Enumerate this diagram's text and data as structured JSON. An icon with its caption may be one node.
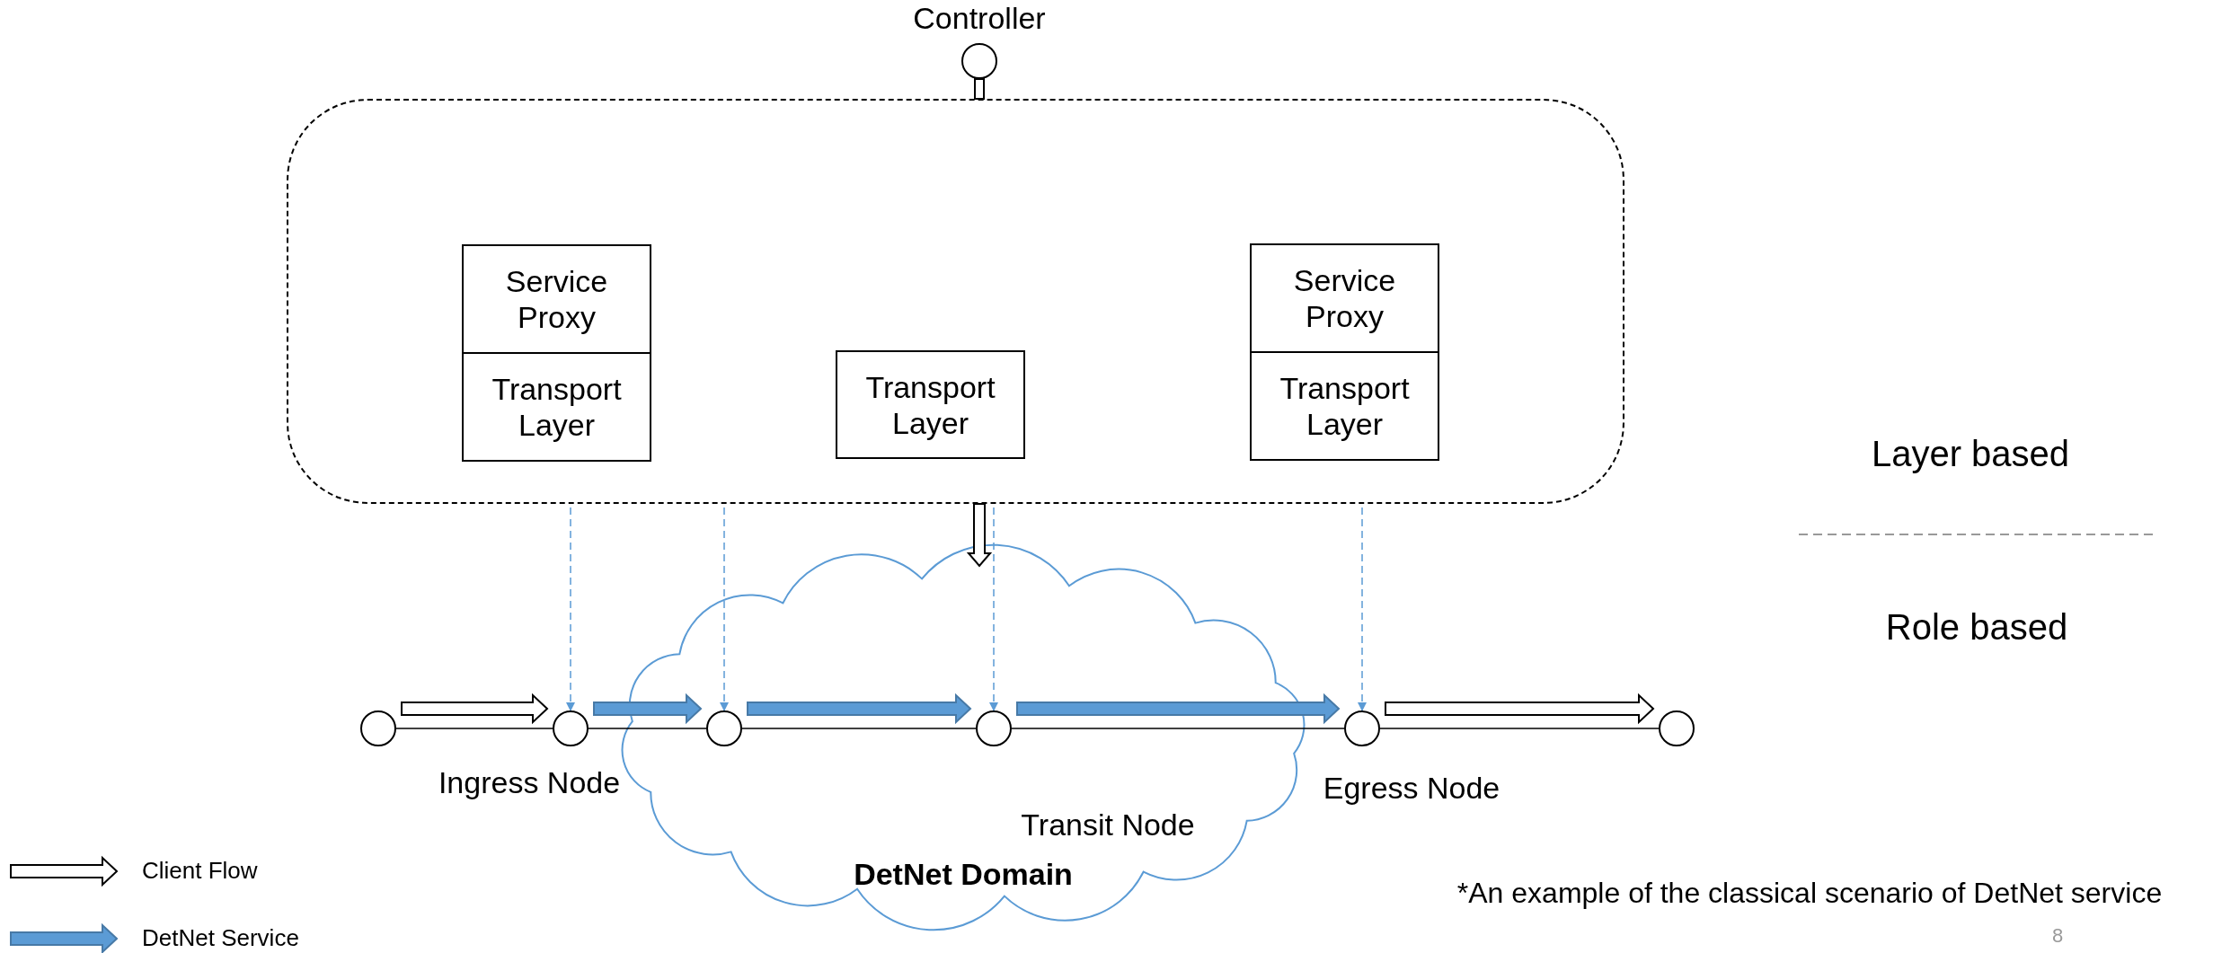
{
  "diagram": {
    "nodes": [
      {
        "text": [
          "Controller"
        ]
      },
      {
        "text": [],
        "shape": "box"
      },
      {
        "text": [
          "Service Proxy"
        ],
        "in": 1
      },
      {
        "text": [
          "Transport Layer"
        ],
        "in": 1
      },
      {
        "text": [
          "Transport Layer"
        ],
        "in": 1
      },
      {
        "text": [
          "Service Proxy"
        ],
        "in": 1
      },
      {
        "text": [
          "Transport Layer"
        ],
        "in": 1
      },
      {
        "text": [
          "DetNet Domain"
        ]
      },
      {
        "text": [],
        "shape": "circle"
      },
      {
        "text": [],
        "shape": "circle"
      },
      {
        "text": [],
        "shape": "circle",
        "in": 7
      },
      {
        "text": [],
        "shape": "circle",
        "in": 7
      },
      {
        "text": [],
        "shape": "circle"
      },
      {
        "text": [],
        "shape": "circle"
      }
    ],
    "edges": [
      {
        "from": 0,
        "to": 1,
        "arrow": "none",
        "style": "thick"
      },
      {
        "from": 1,
        "to": 7,
        "arrow": "to",
        "style": "thick"
      },
      {
        "from": 1,
        "to": 9,
        "arrow": "to",
        "style": "dashed",
        "color": "#5b9bd5"
      },
      {
        "from": 1,
        "to": 10,
        "arrow": "to",
        "style": "dashed",
        "color": "#5b9bd5"
      },
      {
        "from": 1,
        "to": 11,
        "arrow": "to",
        "style": "dashed",
        "color": "#5b9bd5"
      },
      {
        "from": 1,
        "to": 12,
        "arrow": "to",
        "style": "dashed",
        "color": "#5b9bd5"
      },
      {
        "from": 8,
        "to": 9,
        "arrow": "none"
      },
      {
        "from": 9,
        "to": 10,
        "arrow": "none"
      },
      {
        "from": 10,
        "to": 11,
        "arrow": "none"
      },
      {
        "from": 11,
        "to": 12,
        "arrow": "none"
      },
      {
        "from": 12,
        "to": 13,
        "arrow": "none"
      },
      {
        "from": 8,
        "to": 9,
        "arrow": "to",
        "style": "thick"
      },
      {
        "from": 9,
        "to": 10,
        "arrow": "to",
        "style": "thick",
        "color": "#5b9bd5"
      },
      {
        "from": 10,
        "to": 11,
        "arrow": "to",
        "style": "thick",
        "color": "#5b9bd5"
      },
      {
        "from": 11,
        "to": 12,
        "arrow": "to",
        "style": "thick",
        "color": "#5b9bd5"
      },
      {
        "from": 12,
        "to": 13,
        "arrow": "to",
        "style": "thick"
      }
    ],
    "labels": [
      "Layer based",
      "Role based",
      "Ingress Node",
      "Egress Node",
      "Transit Node",
      "*An example of the classical scenario of DetNet service",
      "8"
    ],
    "legend": [
      {
        "text": "Client Flow",
        "color": "#ffffff"
      },
      {
        "text": "DetNet Service",
        "color": "#5b9bd5"
      }
    ]
  }
}
